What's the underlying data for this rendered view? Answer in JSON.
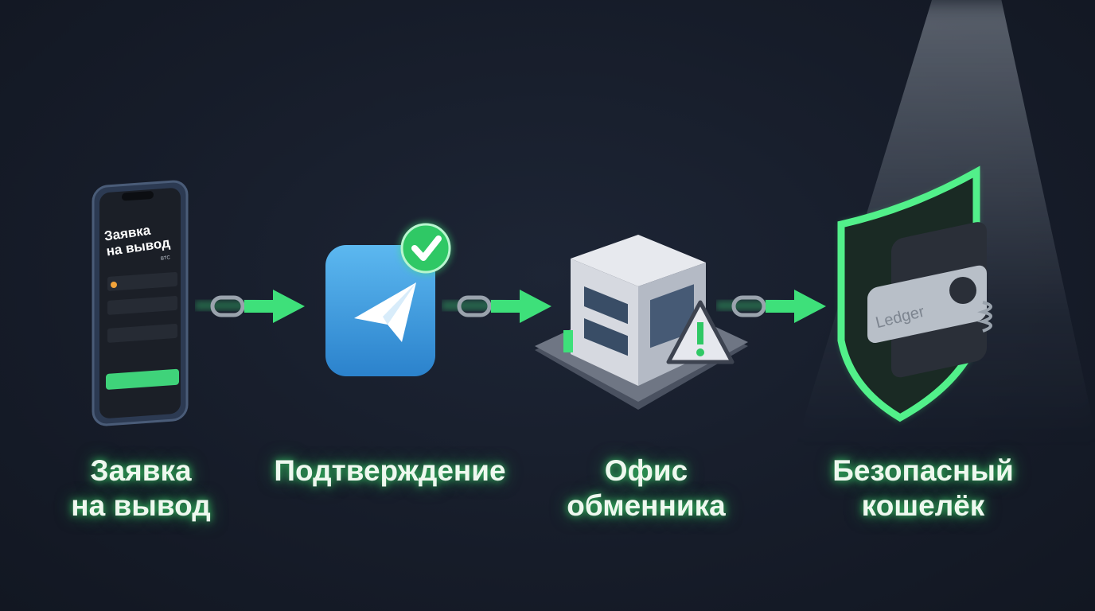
{
  "steps": [
    {
      "label_line1": "Заявка",
      "label_line2": "на вывод",
      "icon": "phone-withdrawal-form"
    },
    {
      "label_line1": "Подтверждение",
      "label_line2": "",
      "icon": "telegram-check"
    },
    {
      "label_line1": "Офис",
      "label_line2": "обменника",
      "icon": "exchange-office-warning"
    },
    {
      "label_line1": "Безопасный",
      "label_line2": "кошелёк",
      "icon": "shield-hardware-wallet"
    }
  ],
  "phone": {
    "title_line1": "Заявка",
    "title_line2": "на вывод",
    "currency": "BTC"
  },
  "wallet": {
    "brand": "Ledger"
  },
  "colors": {
    "accent": "#3ee07a",
    "background": "#161c29",
    "telegram": "#3a9be0",
    "warning": "#e6e8ee"
  }
}
